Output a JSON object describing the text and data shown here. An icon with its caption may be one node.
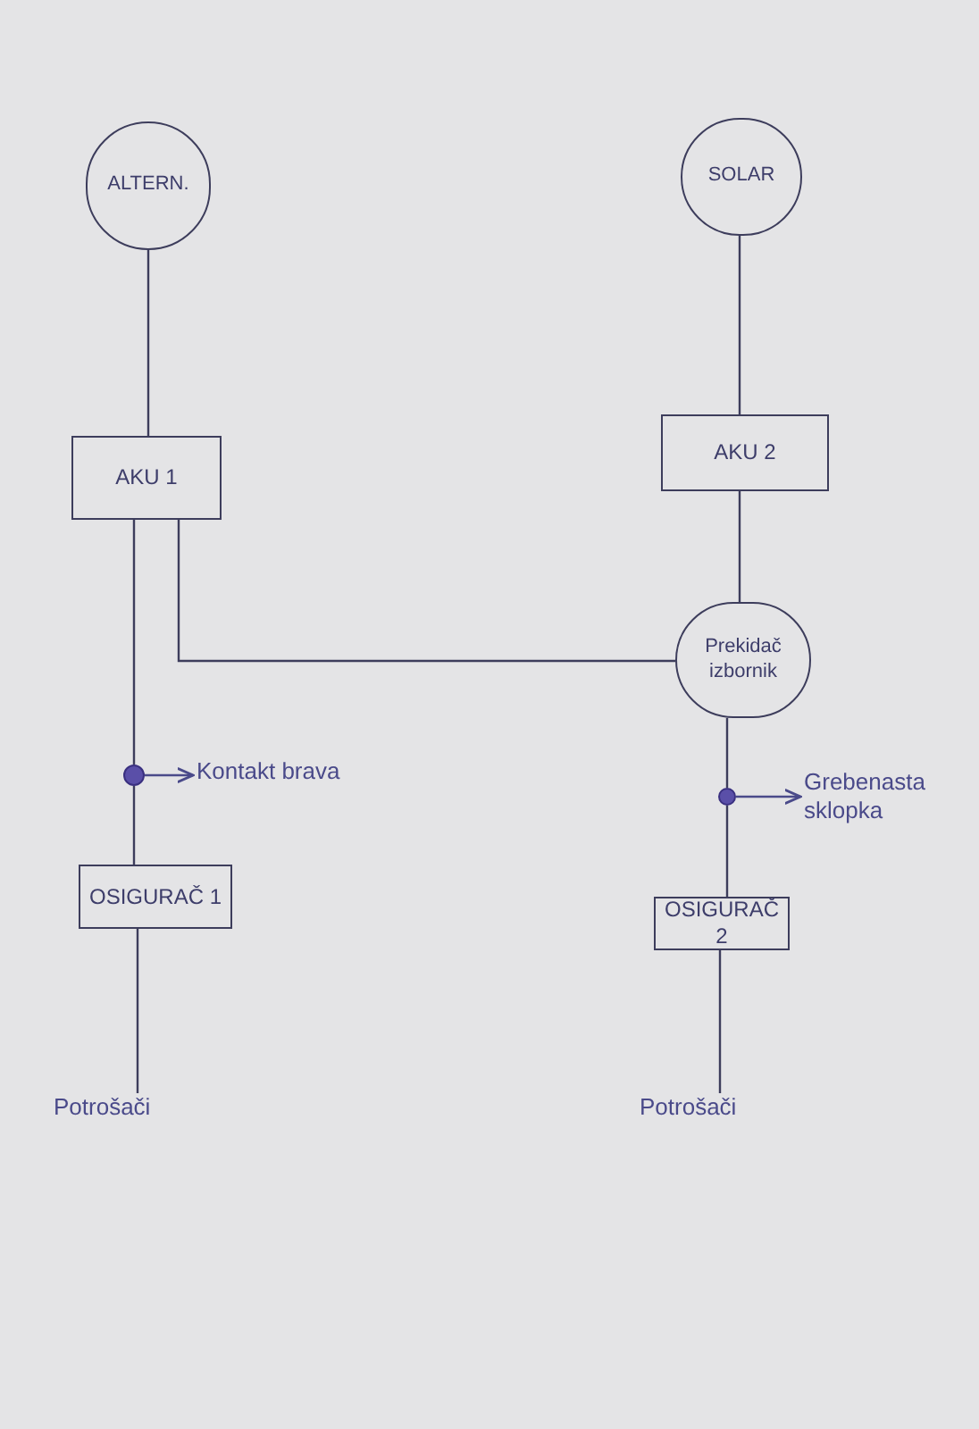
{
  "diagram": {
    "nodes": [
      {
        "text": [
          "ALTERN."
        ]
      },
      {
        "text": [
          "SOLAR"
        ]
      },
      {
        "text": [
          "AKU 1"
        ]
      },
      {
        "text": [
          "AKU 2"
        ]
      },
      {
        "text": [
          "Prekidač izbornik"
        ]
      },
      {
        "text": [],
        "shape": "circle"
      },
      {
        "text": [
          "Kontakt brava"
        ]
      },
      {
        "text": [],
        "shape": "circle"
      },
      {
        "text": [
          "Grebenasta sklopka"
        ]
      },
      {
        "text": [
          "OSIGURAČ 1"
        ]
      },
      {
        "text": [
          "OSIGURAČ 2"
        ]
      },
      {
        "text": [
          "Potrošači"
        ]
      },
      {
        "text": [
          "Potrošači"
        ]
      }
    ],
    "edges": [
      {
        "from": 0,
        "to": 2,
        "arrow": "none"
      },
      {
        "from": 1,
        "to": 3,
        "arrow": "none"
      },
      {
        "from": 2,
        "to": 5,
        "arrow": "none"
      },
      {
        "from": 2,
        "to": 4,
        "arrow": "none"
      },
      {
        "from": 3,
        "to": 4,
        "arrow": "none"
      },
      {
        "from": 4,
        "to": 7,
        "arrow": "none"
      },
      {
        "from": 5,
        "to": 9,
        "arrow": "none"
      },
      {
        "from": 5,
        "to": 6,
        "arrow": "to"
      },
      {
        "from": 7,
        "to": 8,
        "arrow": "to"
      },
      {
        "from": 7,
        "to": 10,
        "arrow": "none"
      },
      {
        "from": 9,
        "to": 11,
        "arrow": "none"
      },
      {
        "from": 10,
        "to": 12,
        "arrow": "none"
      }
    ]
  }
}
